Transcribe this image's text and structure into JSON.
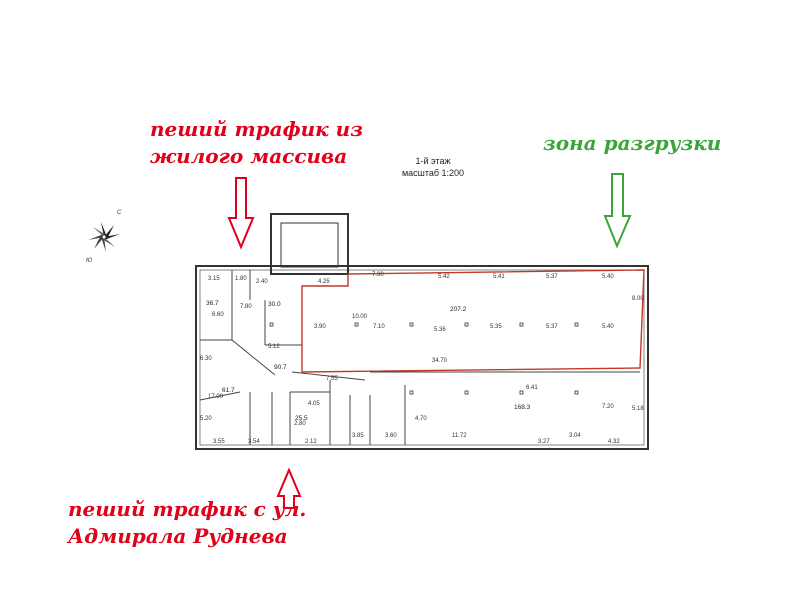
{
  "title": {
    "line1": "1-й этаж",
    "line2": "масштаб 1:200"
  },
  "annotations": {
    "traffic_residential": {
      "line1": "пеший трафик из",
      "line2": "жилого массива",
      "color": "#e0001b"
    },
    "unloading_zone": {
      "text": "зона разгрузки",
      "color": "#3aa53a"
    },
    "traffic_street": {
      "line1": "пеший трафик с ул.",
      "line2": "Адмирала Руднева",
      "color": "#e0001b"
    }
  },
  "compass": {
    "north": "С",
    "south": "Ю"
  },
  "rooms": {
    "main_hall_area": "207.2",
    "lower_hall_area": "168.3",
    "corridor_area": "90.7",
    "room_left_area": "61.7",
    "room_a_area": "36.7",
    "room_b_area": "30.0",
    "room_c_area": "25.5"
  },
  "dimensions": {
    "d1": "3.15",
    "d2": "1.80",
    "d3": "2.40",
    "d4": "4.25",
    "d5": "7.90",
    "d6": "5.42",
    "d7": "5.41",
    "d8": "5.37",
    "d9": "5.40",
    "d10": "8.00",
    "d11": "3.90",
    "d12": "7.10",
    "d13": "5.36",
    "d14": "5.35",
    "d15": "5.37",
    "d16": "5.40",
    "d17": "10.00",
    "d18": "34.70",
    "d19": "5.12",
    "d20": "7.55",
    "d21": "6.41",
    "d22": "4.05",
    "d23": "11.72",
    "d24": "3.27",
    "d25": "3.04",
    "d26": "4.32",
    "d27": "3.55",
    "d28": "3.54",
    "d29": "2.12",
    "d30": "3.60",
    "d31": "3.85",
    "d32": "7.20",
    "d33": "4.70",
    "d34": "6.30",
    "d35": "17.00",
    "d36": "7.80",
    "d37": "6.60",
    "d38": "5.20",
    "d39": "2.80",
    "d40": "5.18"
  }
}
